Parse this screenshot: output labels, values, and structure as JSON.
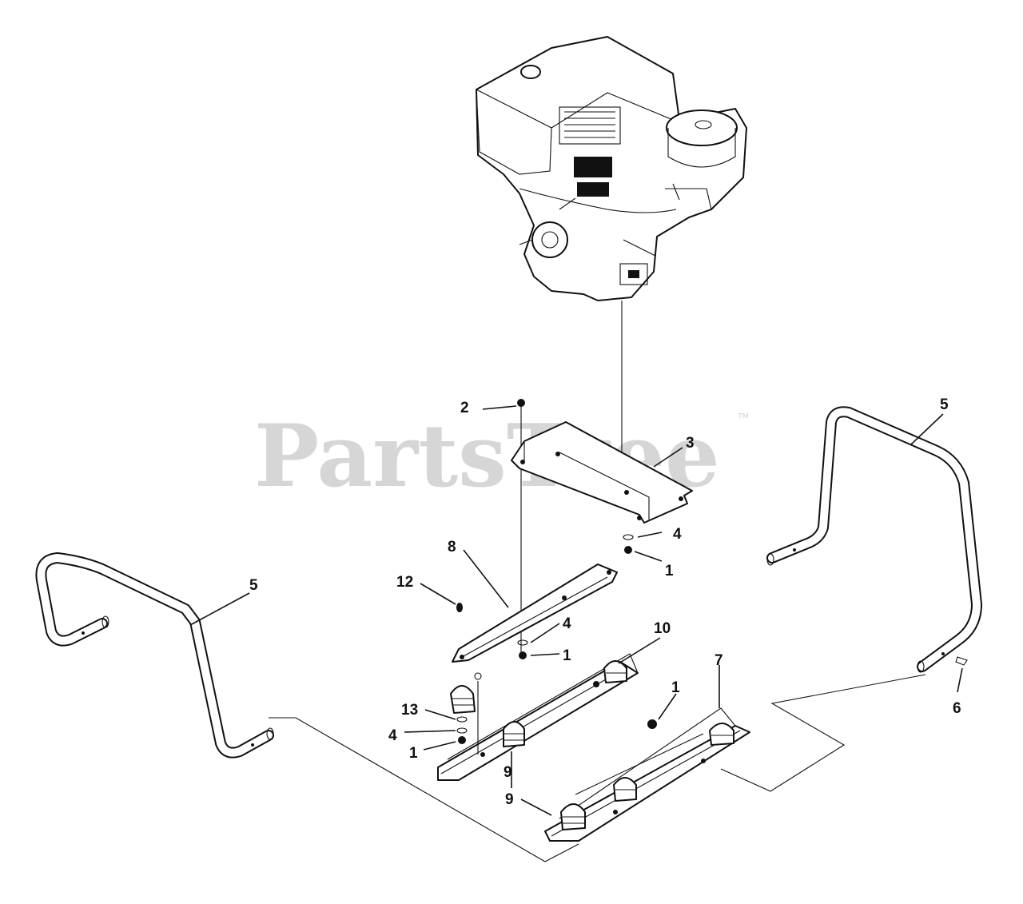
{
  "watermark": {
    "brand": "PartsTree",
    "trademark": "™"
  },
  "callouts": {
    "c2": "2",
    "c3": "3",
    "c4a": "4",
    "c1a": "1",
    "c8": "8",
    "c12": "12",
    "c4b": "4",
    "c1b": "1",
    "c10": "10",
    "c1c": "1",
    "c7": "7",
    "c13": "13",
    "c4c": "4",
    "c1d": "1",
    "c9a": "9",
    "c9b": "9",
    "c5left": "5",
    "c5right": "5",
    "c6": "6"
  },
  "icons": {
    "engine": "engine-icon",
    "bracket": "mounting-plate-icon",
    "handle": "handle-tube-icon",
    "rail": "skid-rail-icon",
    "mount": "vibration-mount-icon"
  }
}
